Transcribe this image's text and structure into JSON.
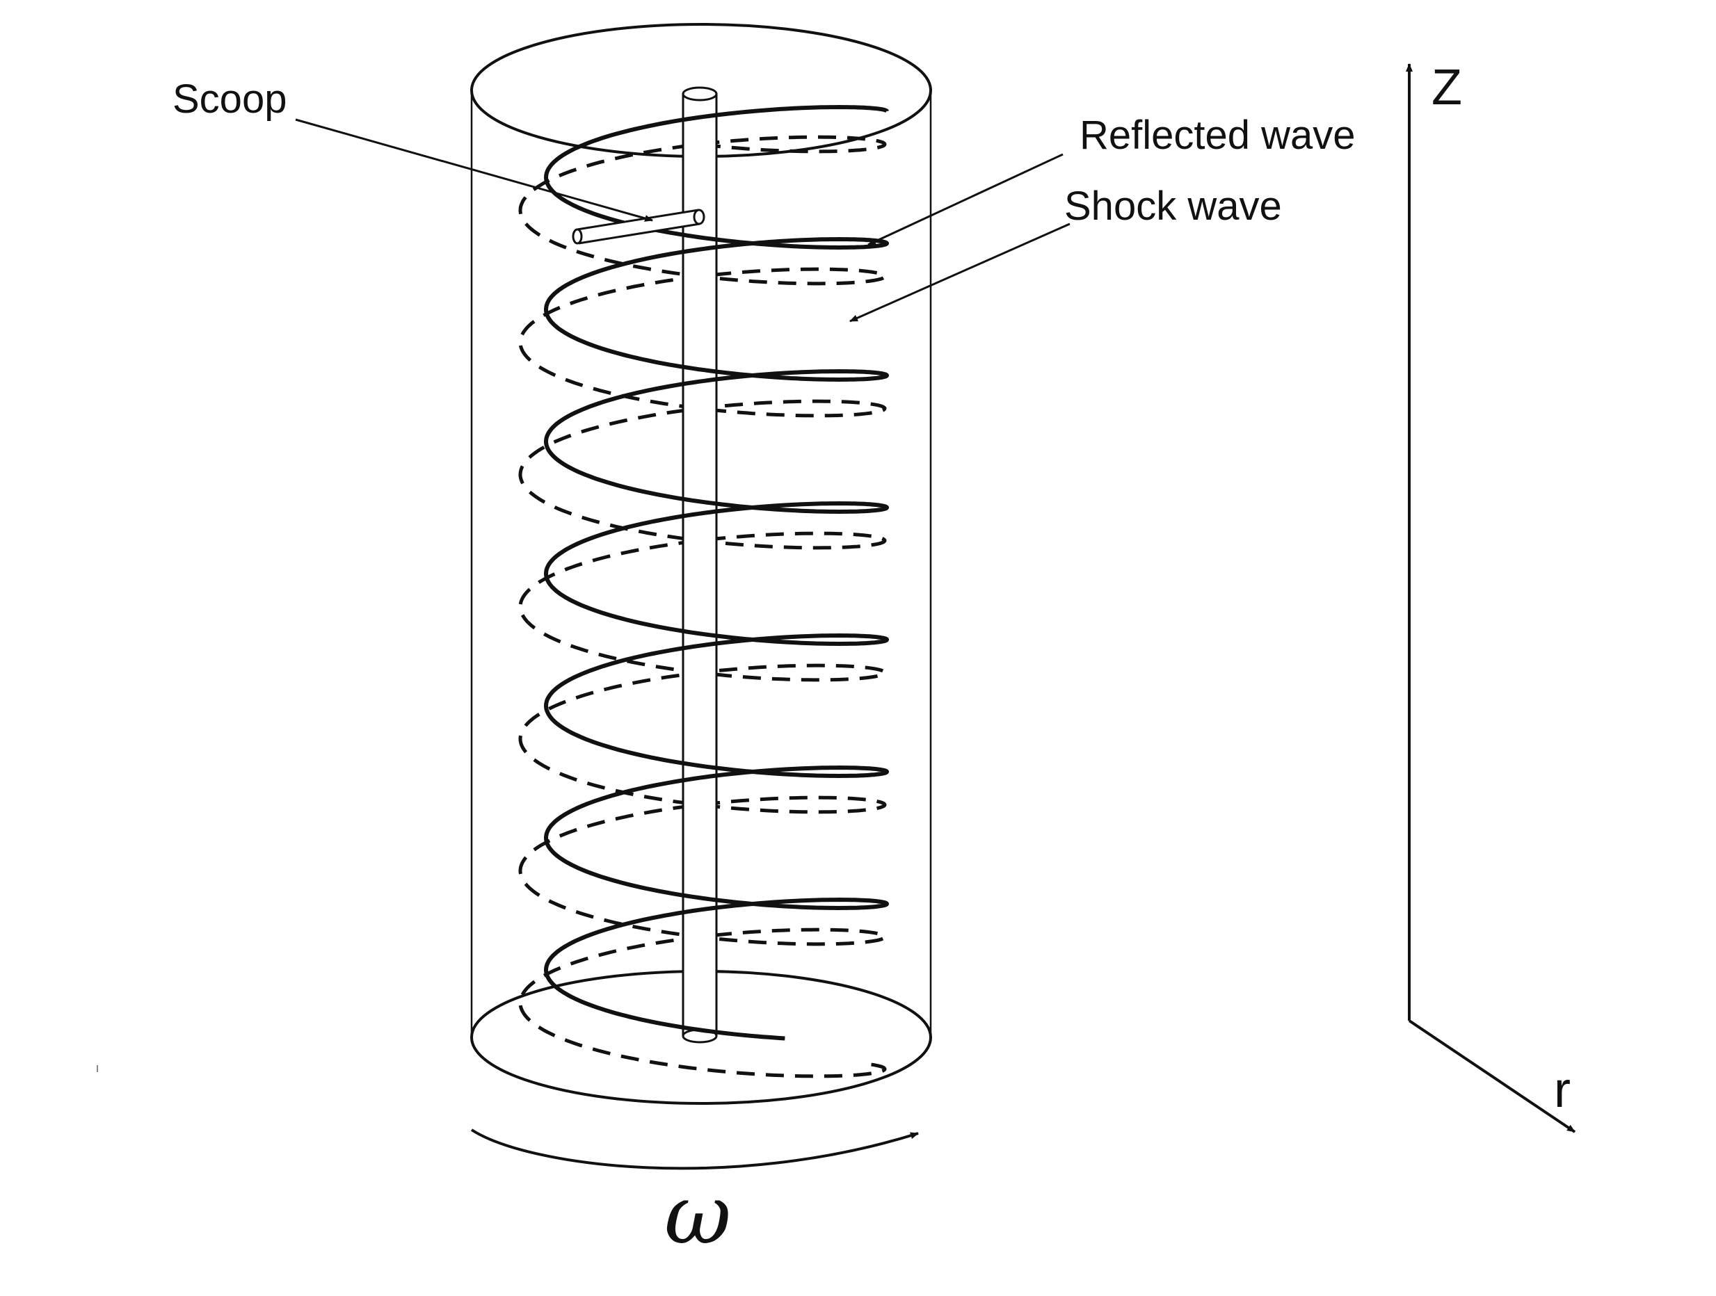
{
  "labels": {
    "scoop": "Scoop",
    "reflected_wave": "Reflected wave",
    "shock_wave": "Shock wave",
    "axis_z": "Z",
    "axis_r": "r",
    "rotation": "ω"
  },
  "colors": {
    "ink": "#111111",
    "background": "#ffffff"
  }
}
